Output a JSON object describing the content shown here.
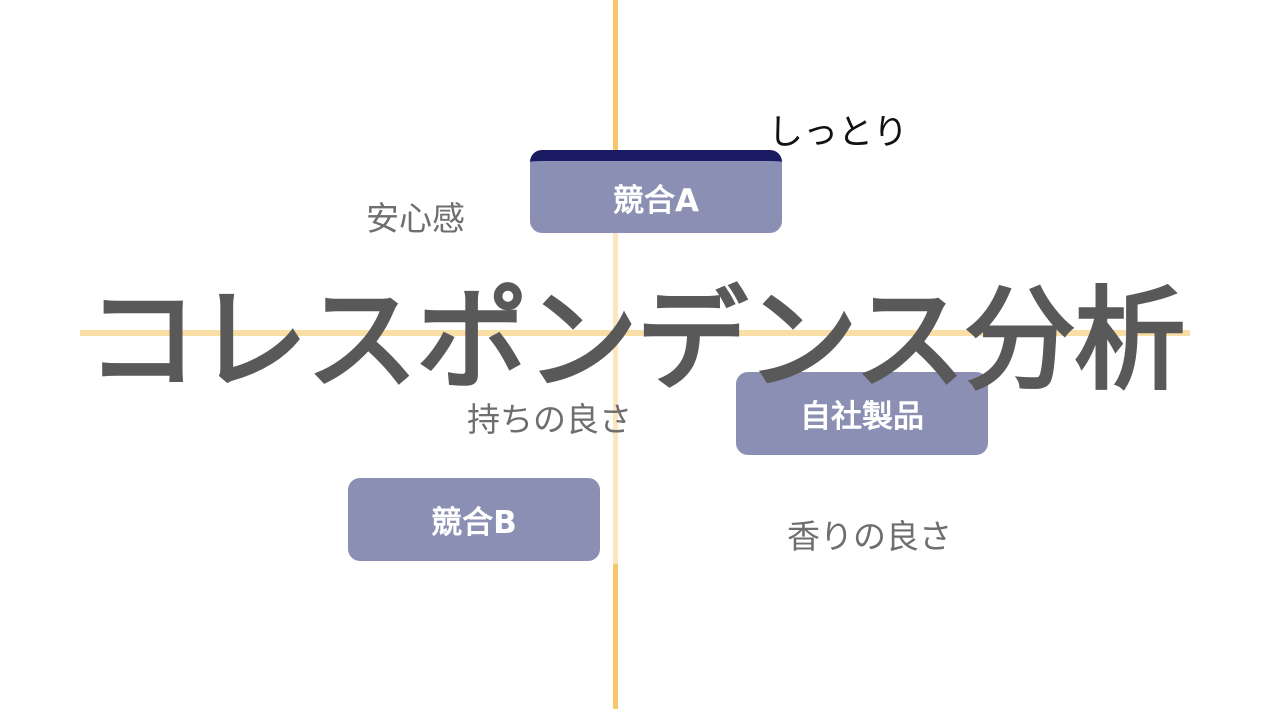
{
  "title": "コレスポンデンス分析",
  "products": {
    "competitor_a": "競合A",
    "own_product": "自社製品",
    "competitor_b": "競合B"
  },
  "attributes": {
    "moist": "しっとり",
    "reassurance": "安心感",
    "long_lasting": "持ちの良さ",
    "fragrance": "香りの良さ"
  },
  "colors": {
    "axis": "#f7c86a",
    "product_box": "#8b8fb4",
    "highlight_bar": "#1b1b63",
    "title_text": "#595959"
  }
}
